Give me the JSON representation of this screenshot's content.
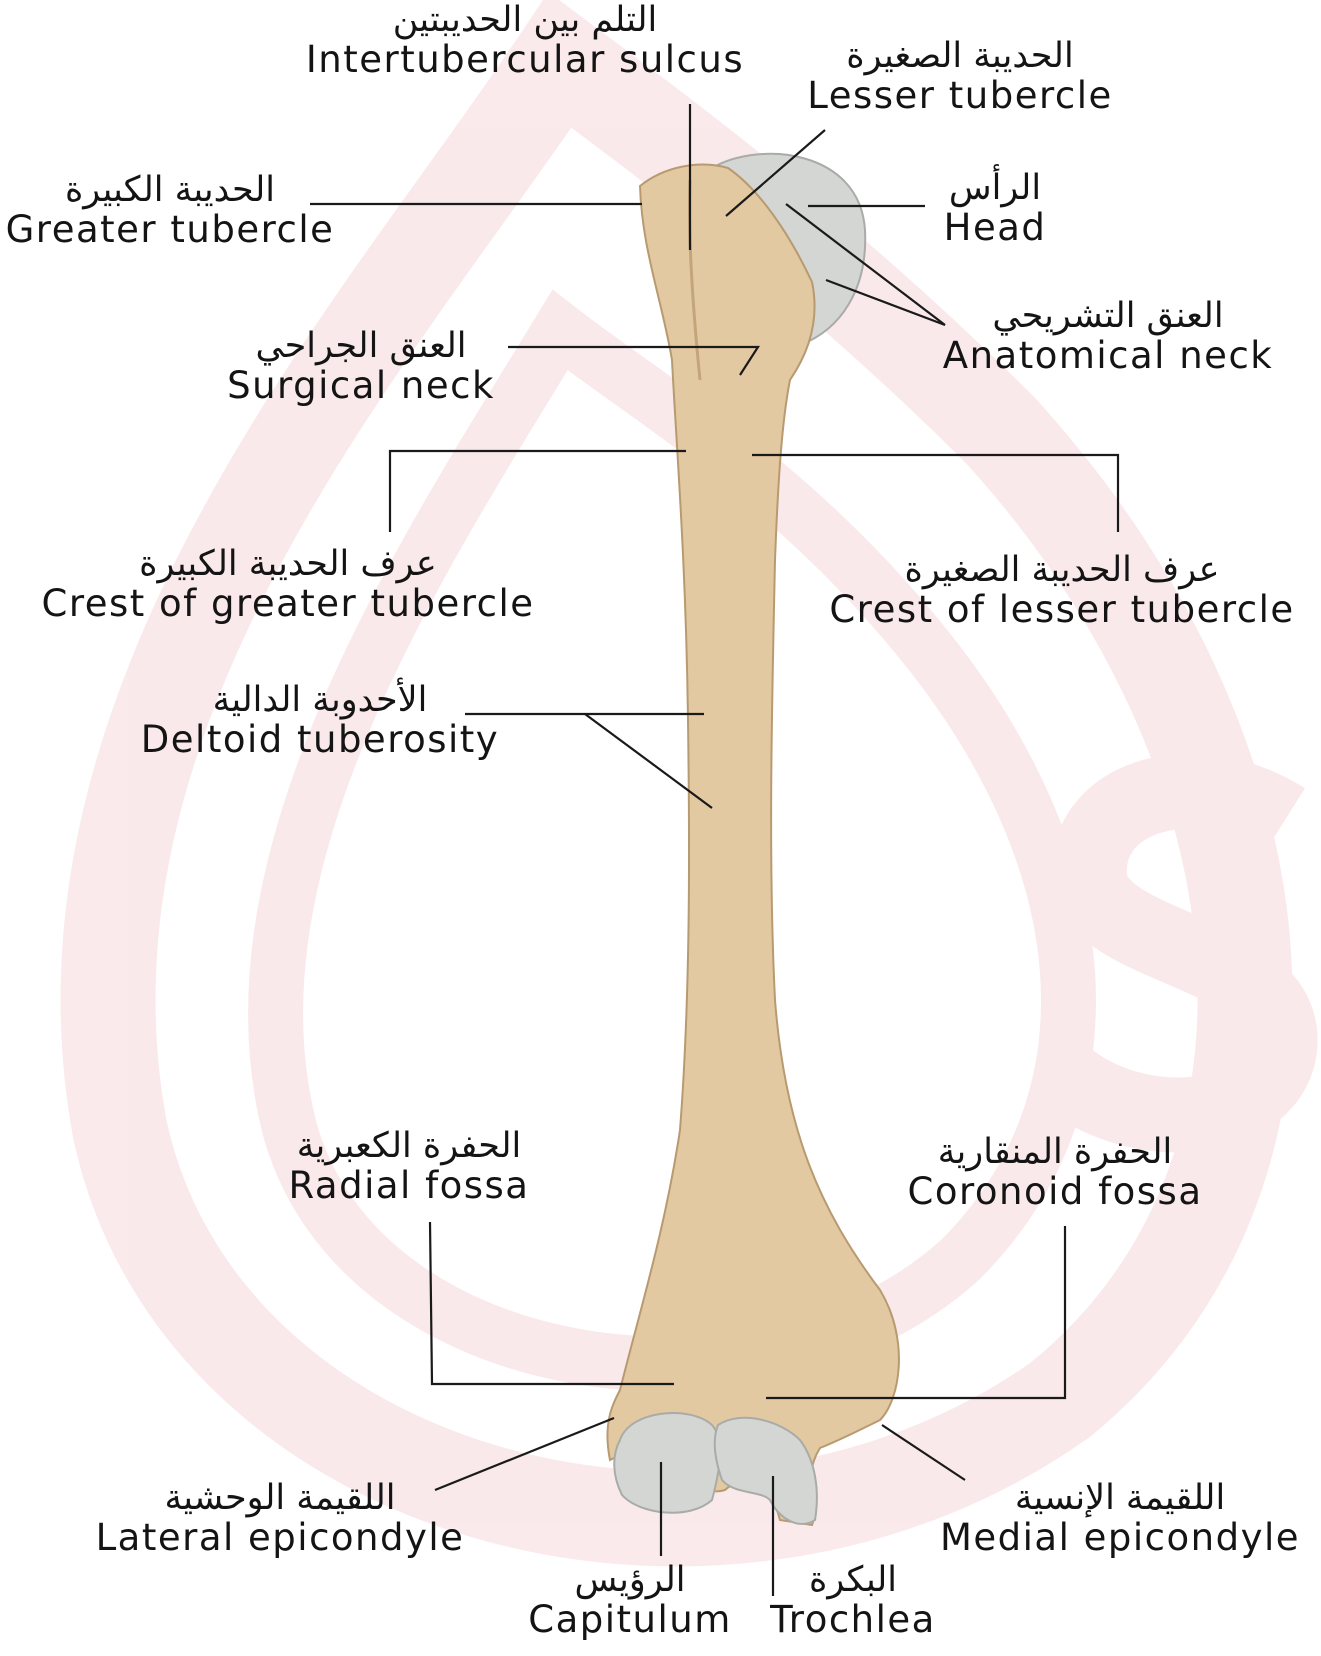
{
  "watermark": {
    "color": "#e8a0a6"
  },
  "bone": {
    "shaft_color": "#e3c9a1",
    "cartilage_color": "#d4d6d3"
  },
  "labels": [
    {
      "id": "intertubercular-sulcus",
      "ar": "التلم بين الحديبتين",
      "en": "Intertubercular sulcus"
    },
    {
      "id": "lesser-tubercle",
      "ar": "الحديبة الصغيرة",
      "en": "Lesser tubercle"
    },
    {
      "id": "greater-tubercle",
      "ar": "الحديبة الكبيرة",
      "en": "Greater tubercle"
    },
    {
      "id": "head",
      "ar": "الرأس",
      "en": "Head"
    },
    {
      "id": "anatomical-neck",
      "ar": "العنق التشريحي",
      "en": "Anatomical neck"
    },
    {
      "id": "surgical-neck",
      "ar": "العنق الجراحي",
      "en": "Surgical neck"
    },
    {
      "id": "crest-greater-tubercle",
      "ar": "عرف الحديبة الكبيرة",
      "en": "Crest of greater tubercle"
    },
    {
      "id": "crest-lesser-tubercle",
      "ar": "عرف الحديبة الصغيرة",
      "en": "Crest of lesser  tubercle"
    },
    {
      "id": "deltoid-tuberosity",
      "ar": "الأحدوبة الدالية",
      "en": "Deltoid tuberosity"
    },
    {
      "id": "radial-fossa",
      "ar": "الحفرة الكعبرية",
      "en": "Radial fossa"
    },
    {
      "id": "coronoid-fossa",
      "ar": "الحفرة المنقارية",
      "en": "Coronoid fossa"
    },
    {
      "id": "lateral-epicondyle",
      "ar": "اللقيمة الوحشية",
      "en": "Lateral epicondyle"
    },
    {
      "id": "medial-epicondyle",
      "ar": "اللقيمة الإنسية",
      "en": "Medial epicondyle"
    },
    {
      "id": "capitulum",
      "ar": "الرؤيس",
      "en": "Capitulum"
    },
    {
      "id": "trochlea",
      "ar": "البكرة",
      "en": "Trochlea"
    }
  ]
}
